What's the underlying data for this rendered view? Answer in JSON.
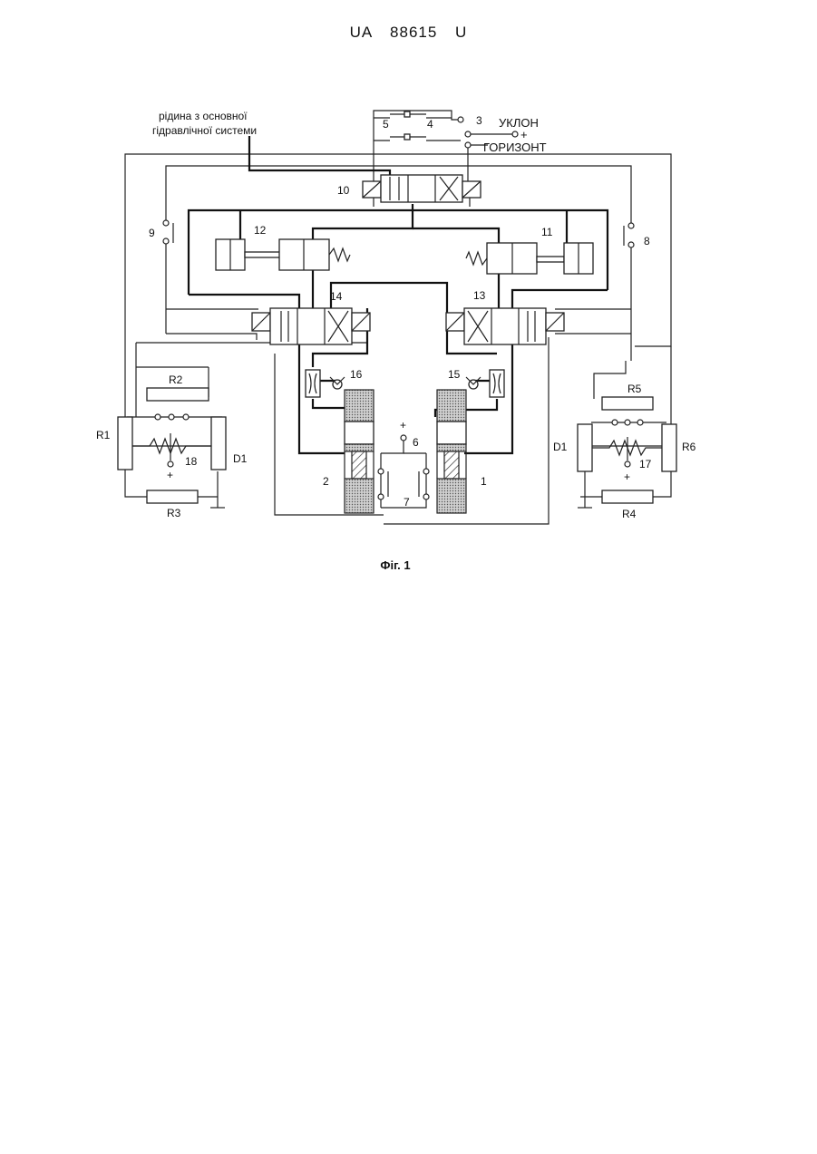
{
  "header": {
    "patent_no": "UA   88615   U"
  },
  "caption": "Фіг. 1",
  "labels": {
    "fluid_source_line1": "рідина з основної",
    "fluid_source_line2": "гідравлічної системи",
    "incline": "УКЛОН",
    "horizon": "ГОРИЗОНТ",
    "plus": "+",
    "n1": "1",
    "n2": "2",
    "n3": "3",
    "n4": "4",
    "n5": "5",
    "n6": "6",
    "n7": "7",
    "n8": "8",
    "n9": "9",
    "n10": "10",
    "n11": "11",
    "n12": "12",
    "n13": "13",
    "n14": "14",
    "n15": "15",
    "n16": "16",
    "n17": "17",
    "n18": "18",
    "r1": "R1",
    "r2": "R2",
    "r3": "R3",
    "r4": "R4",
    "r5": "R5",
    "r6": "R6",
    "d1_left": "D1",
    "d1_right": "D1"
  }
}
